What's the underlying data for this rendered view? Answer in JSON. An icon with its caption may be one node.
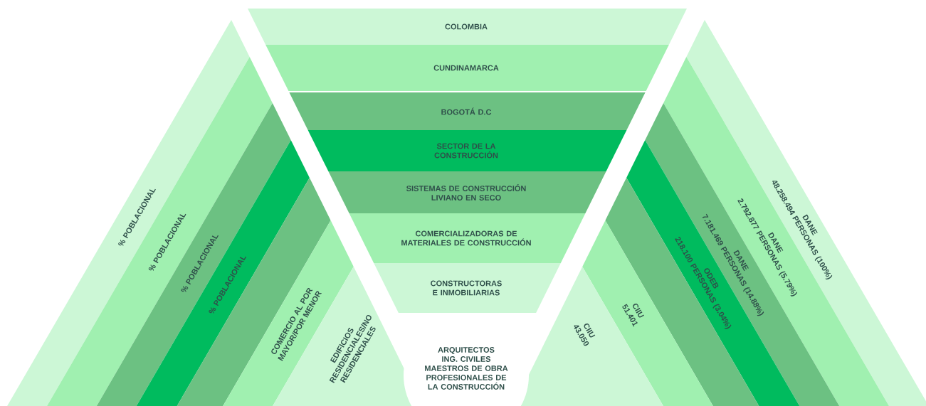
{
  "diagram": {
    "nodes": [
      {
        "text": [
          "COLOMBIA"
        ]
      },
      {
        "text": [
          "CUNDINAMARCA"
        ]
      },
      {
        "text": [
          "BOGOTÁ D.C"
        ]
      },
      {
        "text": [
          "SECTOR DE LA CONSTRUCCIÓN"
        ]
      },
      {
        "text": [
          "SISTEMAS DE CONSTRUCCIÓN LIVIANO EN SECO"
        ]
      },
      {
        "text": [
          "COMERCIALIZADORAS DE MATERIALES DE CONSTRUCCIÓN"
        ]
      },
      {
        "text": [
          "CONSTRUCTORAS E INMOBILIARIAS"
        ]
      },
      {
        "text": [
          "% POBLACIONAL"
        ]
      },
      {
        "text": [
          "% POBLACIONAL"
        ]
      },
      {
        "text": [
          "% POBLACIONAL"
        ]
      },
      {
        "text": [
          "% POBLACIONAL"
        ]
      },
      {
        "text": [],
        "shape": "bar"
      },
      {
        "text": [
          "COMERCIO AL POR MAYOR/POR MENOR"
        ]
      },
      {
        "text": [
          "EDIFICIOS RESIDENCIALES/NO RESIDENCIALES"
        ]
      },
      {
        "text": [
          "DANE",
          "48.258.494 PERSONAS (100%)"
        ]
      },
      {
        "text": [
          "DANE",
          "2.792.877 PERSONAS (5.79%)"
        ]
      },
      {
        "text": [
          "DANE",
          "7.181.469 PERSONAS (14.88%)"
        ]
      },
      {
        "text": [
          "ODEB",
          "218.100 PERSONAS (3.04%)"
        ]
      },
      {
        "text": [],
        "shape": "bar"
      },
      {
        "text": [
          "CIIU",
          "51.401"
        ]
      },
      {
        "text": [
          "CIIU",
          "43.050"
        ]
      },
      {
        "text": [
          "ARQUITECTOS",
          "ING. CIVILES",
          "MAESTROS DE OBRA",
          "PROFESIONALES DE LA CONSTRUCCIÓN"
        ]
      }
    ]
  }
}
